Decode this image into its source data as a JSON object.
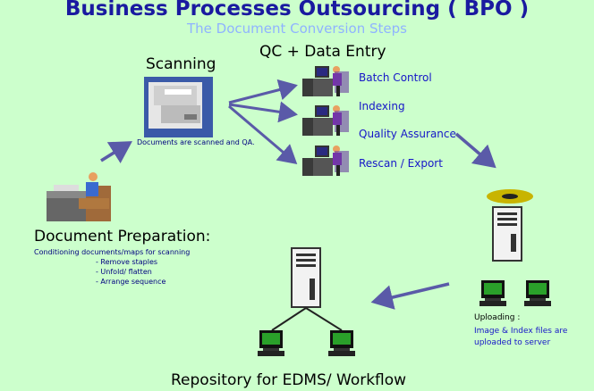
{
  "title": "Business Processes Outsourcing ( BPO )",
  "subtitle": "The Document Conversion Steps",
  "scanning": {
    "heading": "Scanning",
    "caption": "Documents are scanned and QA."
  },
  "qc": {
    "heading": "QC + Data Entry",
    "steps": [
      "Batch Control",
      "Indexing",
      "Quality Assurance",
      "Rescan / Export"
    ]
  },
  "preparation": {
    "heading": "Document Preparation:",
    "intro": "Conditioning documents/maps for scanning",
    "items": [
      "- Remove staples",
      "- Unfold/ flatten",
      "- Arrange sequence"
    ]
  },
  "uploading": {
    "label": "Uploading :",
    "line1": "Image & Index files are",
    "line2": "uploaded to server"
  },
  "repository": {
    "label": "Repository for EDMS/ Workflow"
  },
  "colors": {
    "background": "#ccffcc",
    "title": "#1a1aa0",
    "subtitle": "#8fb3ff",
    "arrow": "#5a5aa8",
    "text_blue": "#1616c8"
  }
}
